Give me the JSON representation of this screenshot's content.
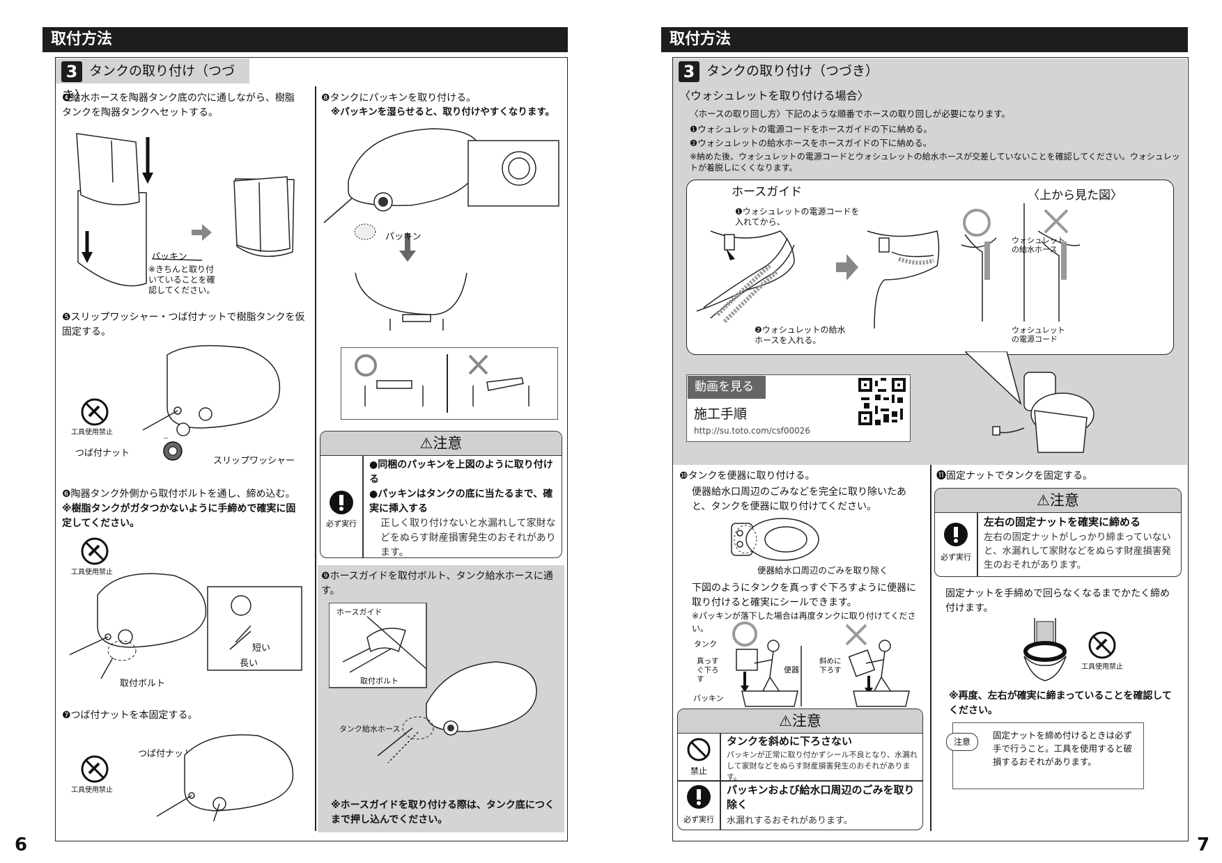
{
  "left": {
    "header": "取付方法",
    "section_number": "3",
    "section_title": "タンクの取り付け（つづき）",
    "step4": "❹給水ホースを陶器タンク底の穴に通しながら、樹脂タンクを陶器タンクへセットする。",
    "step4_packing_label": "パッキン",
    "step4_packing_note": "※きちんと取り付いていることを確認してください。",
    "step5": "❺スリップワッシャー・つば付ナットで樹脂タンクを仮固定する。",
    "no_tool": "工具使用禁止",
    "flange_nut": "つば付ナット",
    "slip_washer": "スリップワッシャー",
    "step6": "❻陶器タンク外側から取付ボルトを通し、締め込む。",
    "step6_note": "※樹脂タンクがガタつかないように手締めで確実に固定してください。",
    "short": "短い",
    "long": "長い",
    "mount_bolt": "取付ボルト",
    "step7": "❼つば付ナットを本固定する。",
    "flange_nut_2": "つば付ナット",
    "step8": "❽タンクにパッキンを取り付ける。",
    "step8_note": "※パッキンを湿らせると、取り付けやすくなります。",
    "packing": "パッキン",
    "caution_title": "注意",
    "caution_sign": "必ず実行",
    "caution_b1": "●同梱のパッキンを上図のように取り付ける",
    "caution_b2": "●パッキンはタンクの底に当たるまで、確実に挿入する",
    "caution_body": "正しく取り付けないと水漏れして家財などをぬらす財産損害発生のおそれがあります。",
    "step9": "❾ホースガイドを取付ボルト、タンク給水ホースに通す。",
    "hose_guide": "ホースガイド",
    "mount_bolt_2": "取付ボルト",
    "tank_hose": "タンク給水ホース",
    "step9_note": "※ホースガイドを取り付ける際は、タンク底につくまで押し込んでください。",
    "page": "6"
  },
  "right": {
    "header": "取付方法",
    "section_number": "3",
    "section_title": "タンクの取り付け（つづき）",
    "washlet_title": "〈ウォシュレットを取り付ける場合〉",
    "routing_intro": "〈ホースの取り回し方〉下記のような順番でホースの取り回しが必要になります。",
    "routing_1": "❶ウォシュレットの電源コードをホースガイドの下に納める。",
    "routing_2": "❷ウォシュレットの給水ホースをホースガイドの下に納める。",
    "routing_note": "※納めた後、ウォシュレットの電源コードとウォシュレットの給水ホースが交差していないことを確認してください。ウォシュレットが着脱しにくくなります。",
    "hose_guide": "ホースガイド",
    "power_cord_step": "❶ウォシュレットの電源コードを入れてから、",
    "water_hose_step": "❷ウォシュレットの給水ホースを入れる。",
    "top_view": "〈上から見た図〉",
    "washlet_hose": "ウォシュレットの給水ホース",
    "washlet_cord": "ウォシュレットの電源コード",
    "video_label": "動画を見る",
    "video_title": "施工手順",
    "video_url": "http://su.toto.com/csf00026",
    "step10": "❿タンクを便器に取り付ける。",
    "step10_body": "便器給水口周辺のごみなどを完全に取り除いたあと、タンクを便器に取り付けてください。",
    "trash_remove": "便器給水口周辺のごみを取り除く",
    "step10_body2": "下図のようにタンクを真っすぐ下ろすように便器に取り付けると確実にシールできます。",
    "step10_note": "※パッキンが落下した場合は再度タンクに取り付けてください。",
    "tank": "タンク",
    "straight_down": "真っすぐ下ろす",
    "toilet": "便器",
    "packing": "パッキン",
    "diagonal_down": "斜めに下ろす",
    "caution_title": "注意",
    "prohibit": "禁止",
    "must_do": "必ず実行",
    "c1_head": "タンクを斜めに下ろさない",
    "c1_body": "パッキンが正常に取り付かずシール不良となり、水漏れして家財などをぬらす財産損害発生のおそれがあります。",
    "c2_head": "パッキンおよび給水口周辺のごみを取り除く",
    "c2_body": "水漏れするおそれがあります。",
    "step11": "⓫固定ナットでタンクを固定する。",
    "caution2_title": "注意",
    "caution2_sign": "必ず実行",
    "c3_head": "左右の固定ナットを確実に締める",
    "c3_body": "左右の固定ナットがしっかり締まっていないと、水漏れして家財などをぬらす財産損害発生のおそれがあります。",
    "step11_body": "固定ナットを手締めで回らなくなるまでかたく締め付けます。",
    "no_tool": "工具使用禁止",
    "step11_note": "※再度、左右が確実に締まっていることを確認してください。",
    "notice_badge": "注意",
    "notice_text": "固定ナットを締め付けるときは必ず手で行うこと。工具を使用すると破損するおそれがあります。",
    "page": "7"
  }
}
